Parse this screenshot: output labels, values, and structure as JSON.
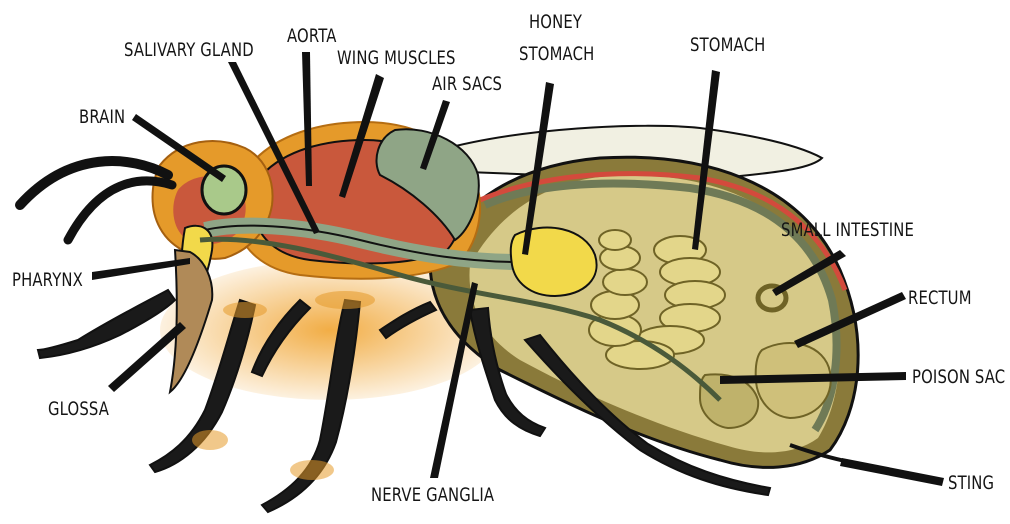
{
  "labels": {
    "salivary_gland": "SALIVARY GLAND",
    "aorta": "AORTA",
    "wing_muscles": "WING MUSCLES",
    "air_sacs": "AIR SACS",
    "honey_stomach_1": "HONEY",
    "honey_stomach_2": "STOMACH",
    "stomach": "STOMACH",
    "brain": "BRAIN",
    "small_intestine": "SMALL INTESTINE",
    "rectum": "RECTUM",
    "pharynx": "PHARYNX",
    "poison_sac": "POISON SAC",
    "glossa": "GLOSSA",
    "sting": "STING",
    "nerve_ganglia": "NERVE GANGLIA"
  },
  "colors": {
    "outline": "#111111",
    "fuzz": "#e59a2a",
    "thorax_muscle": "#c9583c",
    "abdomen_fill": "#d6c988",
    "honey": "#f2d94a",
    "brain": "#a9c98a",
    "air_sac": "#8fa586",
    "wing": "#f1f0e2",
    "red_line": "#d34a3c",
    "leg": "#1a1a1a"
  }
}
